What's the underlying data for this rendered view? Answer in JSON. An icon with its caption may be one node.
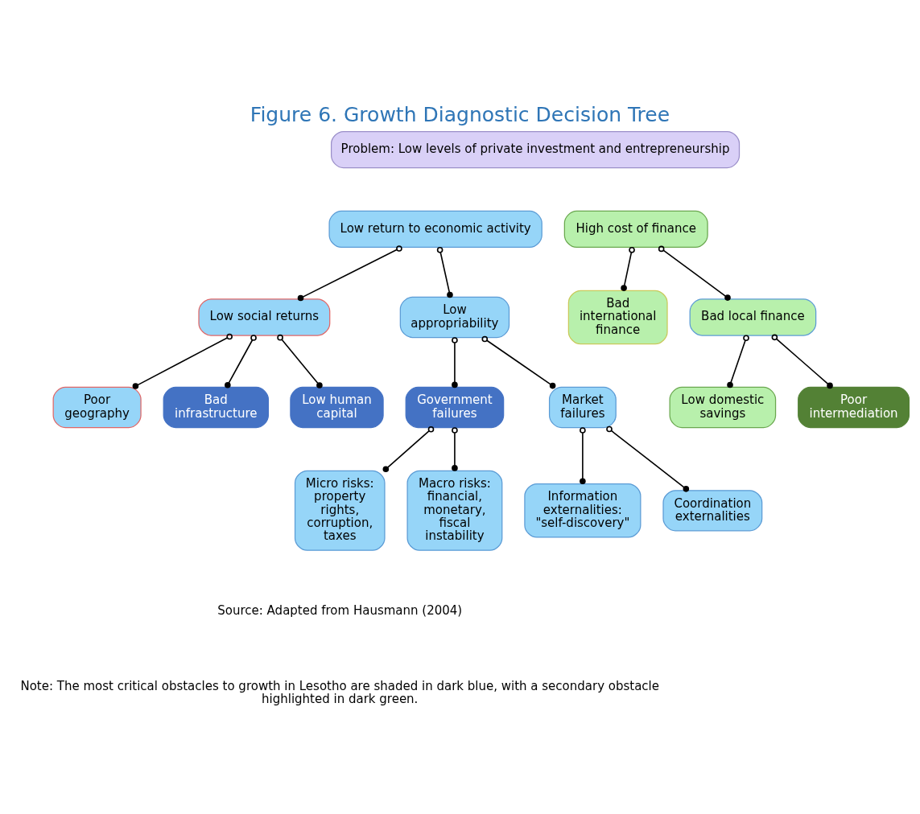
{
  "diagram": {
    "title": "Figure 6. Growth Diagnostic Decision Tree",
    "nodes": [
      {
        "text": [
          "Problem: Low levels of private investment and entrepreneurship"
        ]
      },
      {
        "text": [
          "Low return to economic activity"
        ]
      },
      {
        "text": [
          "High cost of finance"
        ]
      },
      {
        "text": [
          "Low social returns"
        ]
      },
      {
        "text": [
          "Low appropriability"
        ]
      },
      {
        "text": [
          "Bad international finance"
        ]
      },
      {
        "text": [
          "Bad local finance"
        ]
      },
      {
        "text": [
          "Poor geography"
        ]
      },
      {
        "text": [
          "Bad infrastructure"
        ]
      },
      {
        "text": [
          "Low human capital"
        ]
      },
      {
        "text": [
          "Government failures"
        ]
      },
      {
        "text": [
          "Market failures"
        ]
      },
      {
        "text": [
          "Low domestic savings"
        ]
      },
      {
        "text": [
          "Poor intermediation"
        ]
      },
      {
        "text": [
          "Micro risks: property rights, corruption, taxes"
        ]
      },
      {
        "text": [
          "Macro risks: financial, monetary, fiscal instability"
        ]
      },
      {
        "text": [
          "Information externalities: \"self-discovery\""
        ]
      },
      {
        "text": [
          "Coordination externalities"
        ]
      }
    ],
    "edges": [
      {
        "from": 1,
        "to": 3,
        "arrow": "other"
      },
      {
        "from": 1,
        "to": 4,
        "arrow": "other"
      },
      {
        "from": 2,
        "to": 5,
        "arrow": "other"
      },
      {
        "from": 2,
        "to": 6,
        "arrow": "other"
      },
      {
        "from": 3,
        "to": 7,
        "arrow": "other"
      },
      {
        "from": 3,
        "to": 9,
        "arrow": "other"
      },
      {
        "from": 3,
        "to": 8,
        "arrow": "other"
      },
      {
        "from": 4,
        "to": 10,
        "arrow": "other"
      },
      {
        "from": 4,
        "to": 11,
        "arrow": "other"
      },
      {
        "from": 6,
        "to": 12,
        "arrow": "other"
      },
      {
        "from": 6,
        "to": 13,
        "arrow": "other"
      },
      {
        "from": 10,
        "to": 14,
        "arrow": "other"
      },
      {
        "from": 10,
        "to": 15,
        "arrow": "other"
      },
      {
        "from": 11,
        "to": 16,
        "arrow": "other"
      },
      {
        "from": 11,
        "to": 17,
        "arrow": "other"
      }
    ],
    "labels": [
      "Source: Adapted from Hausmann (2004)",
      "Note: The most critical obstacles to growth in Lesotho are shaded in dark blue, with a secondary obstacle highlighted in dark green."
    ]
  }
}
